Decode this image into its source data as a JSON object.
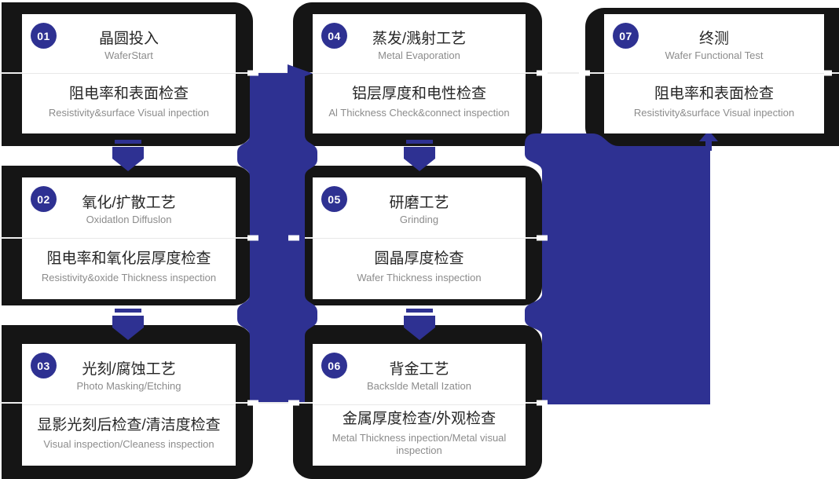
{
  "diagram": {
    "name": "wafer-process-flow",
    "colors": {
      "accent_blue": "#2e3192",
      "backdrop_black": "#151515",
      "card_white": "#ffffff",
      "title_text": "#262626",
      "subtitle_text": "#8c8c8c",
      "divider_line": "#ededed"
    },
    "icons": {
      "down_arrow": "thick-down-arrow",
      "right_arrow": "right-arrowhead",
      "up_arrow": "up-arrow"
    }
  },
  "steps": [
    {
      "number": "01",
      "title": "晶圆投入",
      "subtitle": "WaferStart",
      "check_title": "阻电率和表面检查",
      "check_subtitle": "Resistivity&surface Visual inpection"
    },
    {
      "number": "02",
      "title": "氧化/扩散工艺",
      "subtitle": "Oxidatlon Diffuslon",
      "check_title": "阻电率和氧化层厚度检查",
      "check_subtitle": "Resistivity&oxide Thickness inspection"
    },
    {
      "number": "03",
      "title": "光刻/腐蚀工艺",
      "subtitle": "Photo Masking/Etching",
      "check_title": "显影光刻后检查/清洁度检查",
      "check_subtitle": "Visual inspection/Cleaness inspection"
    },
    {
      "number": "04",
      "title": "蒸发/溅射工艺",
      "subtitle": "Metal Evaporation",
      "check_title": "铝层厚度和电性检查",
      "check_subtitle": "Al Thickness Check&connect inspection"
    },
    {
      "number": "05",
      "title": "研磨工艺",
      "subtitle": "Grinding",
      "check_title": "圆晶厚度检查",
      "check_subtitle": "Wafer Thickness inspection"
    },
    {
      "number": "06",
      "title": "背金工艺",
      "subtitle": "Backslde Metall Ization",
      "check_title": "金属厚度检查/外观检查",
      "check_subtitle": "Metal Thickness inpection/Metal visual inspection"
    },
    {
      "number": "07",
      "title": "终测",
      "subtitle": "Wafer Functional Test",
      "check_title": "阻电率和表面检查",
      "check_subtitle": "Resistivity&surface Visual inpection"
    }
  ]
}
